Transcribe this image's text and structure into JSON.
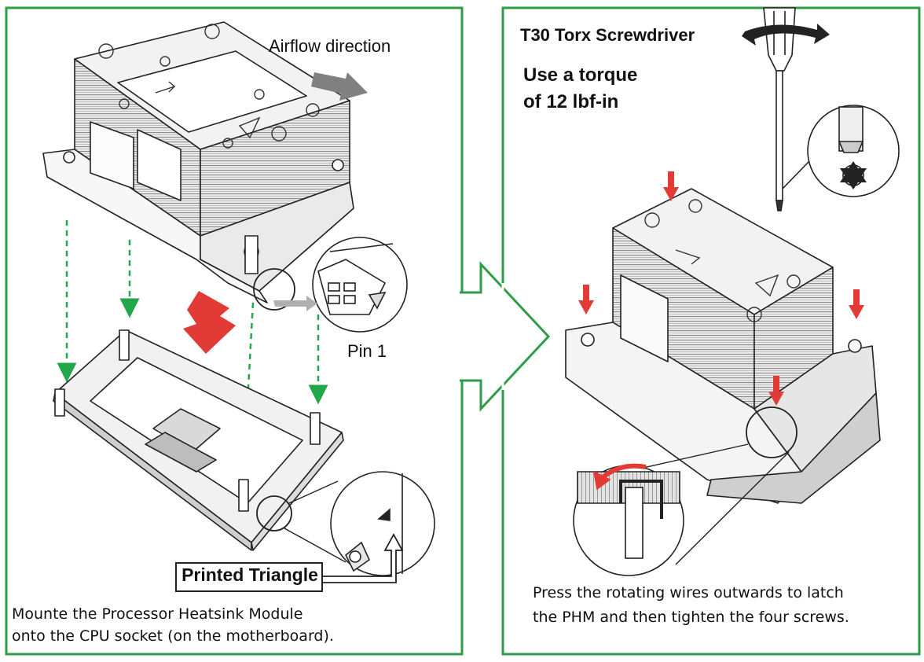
{
  "left_panel": {
    "airflow_label": "Airflow direction",
    "pin_label": "Pin 1",
    "triangle_label": "Printed Triangle",
    "caption_line1": "Mounte the Processor Heatsink Module",
    "caption_line2": "onto the CPU socket (on the motherboard)."
  },
  "right_panel": {
    "tool_label": "T30 Torx Screwdriver",
    "torque_line1": "Use a torque",
    "torque_line2": "of 12 lbf-in",
    "caption_line1": "Press the rotating wires outwards to latch",
    "caption_line2": "the PHM and then tighten the four screws."
  },
  "colors": {
    "frame_green": "#2e9e46",
    "dashed_green": "#22a84a",
    "arrow_red": "#e23a35",
    "line_dark": "#222222",
    "fin_gray": "#b9b9b9",
    "body_light": "#efefef"
  },
  "icons": [
    "airflow-arrow-icon",
    "down-arrow-icon",
    "torx-bit-icon",
    "rotate-arrow-icon"
  ]
}
